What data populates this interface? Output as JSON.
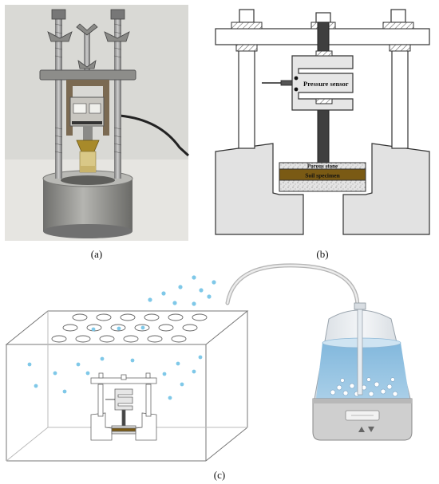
{
  "panels": {
    "a": {
      "label": "(a)"
    },
    "b": {
      "label": "(b)",
      "pressure_sensor_label": "Pressure sensor",
      "porous_stone_label": "Porous stone",
      "soil_specimen_label": "Soil specimen"
    },
    "c": {
      "label": "(c)"
    }
  },
  "colors": {
    "photo_background": "#d9d9d5",
    "metal": "#8d8d8a",
    "soil": "#7a5a14",
    "water": "#a7cde6",
    "mist_drops": "#7fc8e8",
    "humidifier_base": "#cfcfcf"
  }
}
